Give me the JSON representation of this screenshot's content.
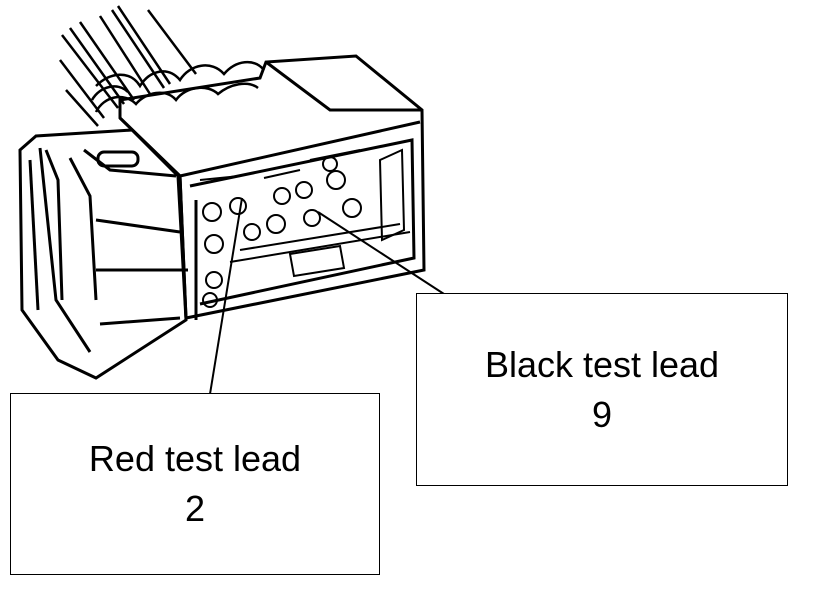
{
  "callouts": {
    "red": {
      "label": "Red test lead",
      "pin": "2"
    },
    "black": {
      "label": "Black test lead",
      "pin": "9"
    }
  },
  "colors": {
    "line": "#000000",
    "background": "#ffffff"
  }
}
